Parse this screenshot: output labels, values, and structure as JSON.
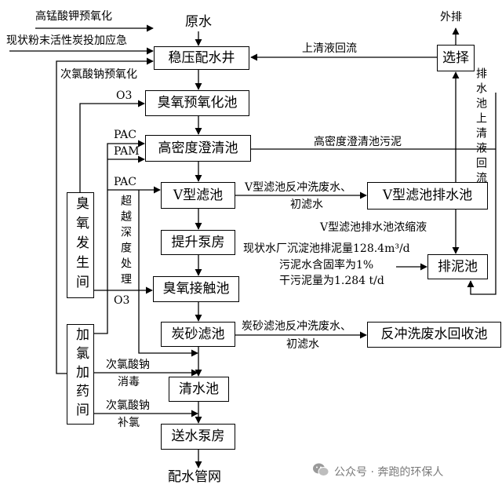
{
  "diagram": {
    "nodes": {
      "raw_water": "原水",
      "intake_well": "稳压配水井",
      "pre_ozonation": "臭氧预氧化池",
      "hd_clarifier": "高密度澄清池",
      "v_filter": "V型滤池",
      "lift_pump": "提升泵房",
      "ozone_contact": "臭氧接触池",
      "carbon_sand_filter": "炭砂滤池",
      "clear_well": "清水池",
      "delivery_pump": "送水泵房",
      "distribution": "配水管网",
      "v_filter_drain_tank": "V型滤池排水池",
      "backwash_recovery": "反冲洗废水回收池",
      "sludge_tank": "排泥池",
      "selection": "选择",
      "discharge": "外排",
      "ozone_generator": "臭氧发生间",
      "chlorine_dosing": "加氯加药间"
    },
    "labels": {
      "kmno4": "高锰酸钾预氧化",
      "pac_emergency": "现状粉末活性炭投加应急",
      "naclo_pre": "次氯酸钠预氧化",
      "supernatant_return": "上清液回流",
      "drain_supernatant_return": "排水池上清液回流",
      "o3_pre": "O3",
      "pac_1": "PAC",
      "pam": "PAM",
      "pac_2": "PAC",
      "hd_sludge": "高密度澄清池污泥",
      "v_backwash": "V型滤池反冲洗废水、",
      "v_first_filtrate": "初滤水",
      "bypass": "超越深度处理",
      "drain_concentrate": "V型滤池排水池浓缩液",
      "sludge_volume": "现状水厂沉淀池排泥量128.4m³/d",
      "solids_content": "污泥水含固率为1%",
      "dry_sludge": "干污泥量为1.284 t/d",
      "o3_contact": "O3",
      "cs_backwash": "炭砂滤池反冲洗废水、",
      "cs_first_filtrate": "初滤水",
      "naclo_1": "次氯酸钠",
      "disinfection": "消毒",
      "naclo_2": "次氯酸钠",
      "rechlorination": "补氯"
    }
  },
  "watermark": {
    "icon": "wechat-icon",
    "text": "公众号 · 奔跑的环保人"
  },
  "colors": {
    "stroke": "#000000",
    "background": "#ffffff",
    "watermark": "#7a7a7a"
  }
}
